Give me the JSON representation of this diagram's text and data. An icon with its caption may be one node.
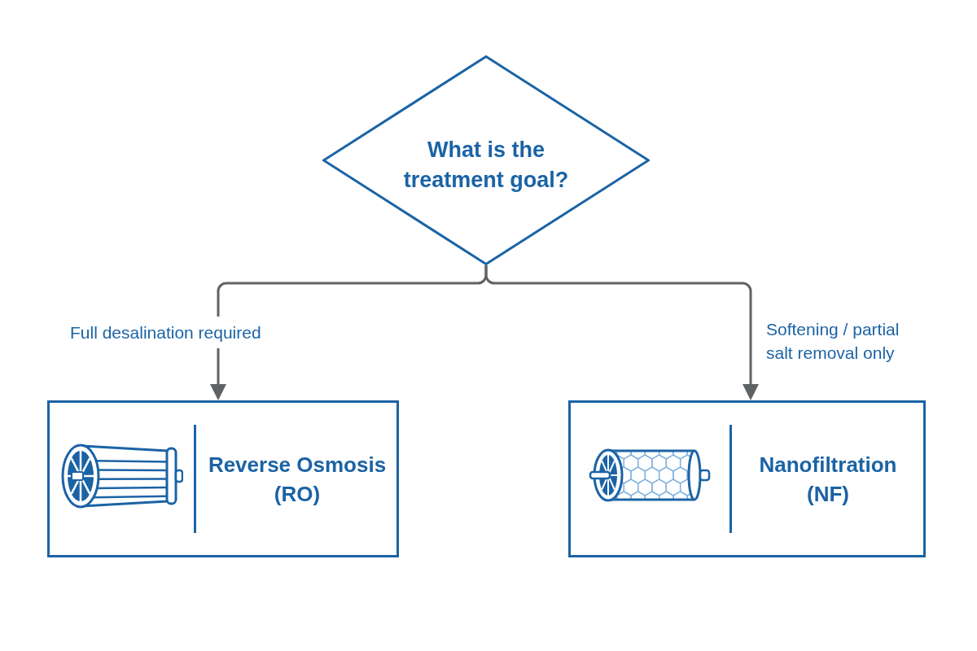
{
  "diagram": {
    "nodes": [
      {
        "text": [
          "What is the treatment goal?"
        ]
      },
      {
        "text": [
          "Reverse Osmosis (RO)"
        ]
      },
      {
        "text": [
          "Nanofiltration (NF)"
        ]
      }
    ],
    "edges": [
      {
        "from": 0,
        "to": 1,
        "arrow": "to",
        "label": "Full desalination required"
      },
      {
        "from": 0,
        "to": 2,
        "arrow": "to",
        "label": "Softening / partial salt removal only"
      }
    ]
  }
}
